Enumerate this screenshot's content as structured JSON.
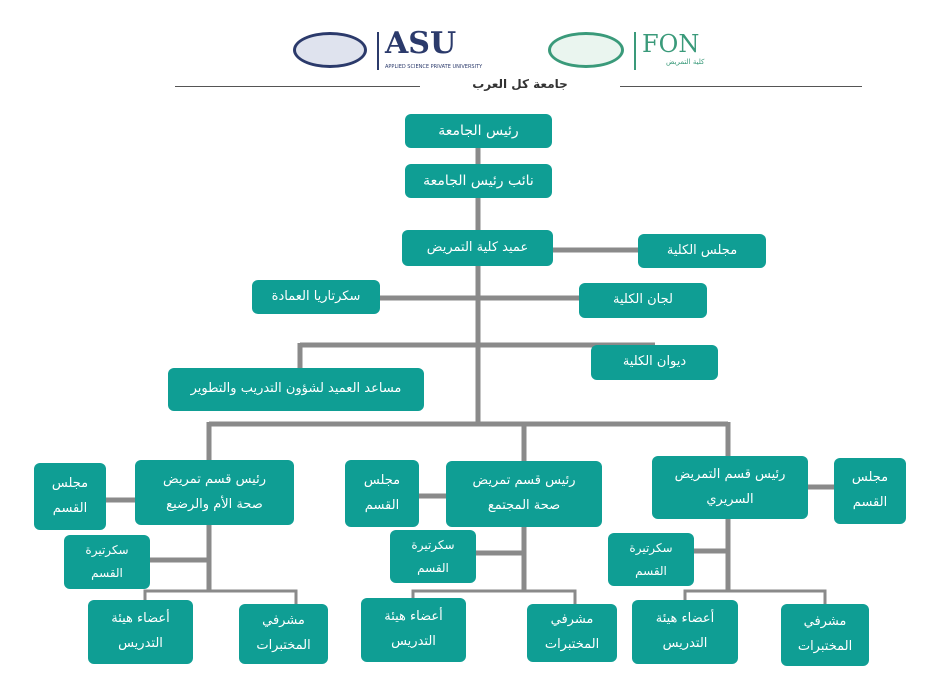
{
  "header": {
    "asu_logo_text": "ASU",
    "asu_subtitle": "APPLIED SCIENCE PRIVATE UNIVERSITY",
    "fon_logo_text": "FON",
    "fon_subtitle": "كلية التمريض",
    "slogan": "جامعة كل العرب"
  },
  "chart": {
    "president": "رئيس الجامعة",
    "vice_president": "نائب رئيس الجامعة",
    "dean": "عميد كلية التمريض",
    "faculty_council": "مجلس الكلية",
    "dean_secretariat": "سكرتاريا العمادة",
    "faculty_committees": "لجان الكلية",
    "faculty_office": "ديوان الكلية",
    "assistant_dean": "مساعد العميد لشؤون التدريب والتطوير",
    "departments": [
      {
        "head": [
          "رئيس قسم تمريض",
          "صحة الأم  والرضيع"
        ],
        "council": [
          "مجلس",
          "القسم"
        ],
        "secretary": [
          "سكرتيرة",
          "القسم"
        ],
        "faculty": [
          "أعضاء هيئة",
          "التدريس"
        ],
        "lab": [
          "مشرفي",
          "المختبرات"
        ]
      },
      {
        "head": [
          "رئيس قسم تمريض",
          "صحة المجتمع"
        ],
        "council": [
          "مجلس",
          "القسم"
        ],
        "secretary": [
          "سكرتيرة",
          "القسم"
        ],
        "faculty": [
          "أعضاء هيئة",
          "التدريس"
        ],
        "lab": [
          "مشرفي",
          "المختبرات"
        ]
      },
      {
        "head": [
          "رئيس قسم التمريض",
          "السريري"
        ],
        "council": [
          "مجلس",
          "القسم"
        ],
        "secretary": [
          "سكرتيرة",
          "القسم"
        ],
        "faculty": [
          "أعضاء هيئة",
          "التدريس"
        ],
        "lab": [
          "مشرفي",
          "المختبرات"
        ]
      }
    ]
  },
  "colors": {
    "box": "#0f9e94",
    "line": "#8a8a8a",
    "navy": "#2b3a6b",
    "green": "#3a9a7a"
  }
}
